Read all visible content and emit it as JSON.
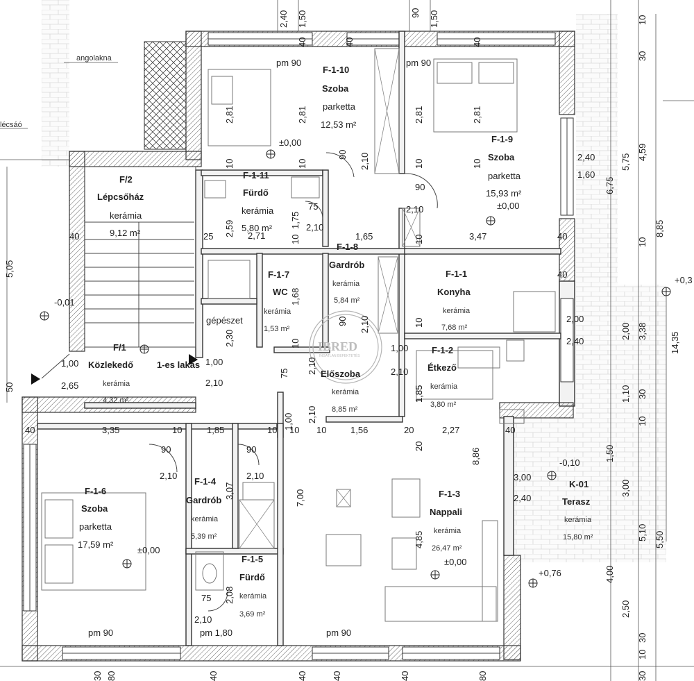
{
  "plan": {
    "rooms": {
      "f110": {
        "code": "F-1-10",
        "name": "Szoba",
        "floor": "parketta",
        "area": "12,53 m²",
        "level": "±0,00",
        "pm": "pm 90"
      },
      "f19": {
        "code": "F-1-9",
        "name": "Szoba",
        "floor": "parketta",
        "area": "15,93 m²",
        "level": "±0,00",
        "pm": "pm 90"
      },
      "f2": {
        "code": "F/2",
        "name": "Lépcsőház",
        "floor": "kerámia",
        "area": "9,12 m²"
      },
      "f111": {
        "code": "F-1-11",
        "name": "Fürdő",
        "floor": "kerámia",
        "area": "5,80 m²"
      },
      "f18": {
        "code": "F-1-8",
        "name": "Gardrób",
        "floor": "kerámia",
        "area": "5,84 m²"
      },
      "f17": {
        "code": "F-1-7",
        "name": "WC",
        "floor": "kerámia",
        "area": "1,53 m²"
      },
      "gepeszet": {
        "name": "gépészet"
      },
      "f11": {
        "code": "F-1-1",
        "name": "Konyha",
        "floor": "kerámia",
        "area": "7,68 m²"
      },
      "f1": {
        "code": "F/1",
        "name": "Közlekedő",
        "suffix": "1-es lakás",
        "floor": "kerámia",
        "area": "4,32 m²"
      },
      "elo": {
        "name": "Előszoba",
        "floor": "kerámia",
        "area": "8,85 m²"
      },
      "f12": {
        "code": "F-1-2",
        "name": "Étkező",
        "floor": "kerámia",
        "area": "3,80 m²"
      },
      "f16": {
        "code": "F-1-6",
        "name": "Szoba",
        "floor": "parketta",
        "area": "17,59 m²",
        "level": "±0,00",
        "pm": "pm 90"
      },
      "f14": {
        "code": "F-1-4",
        "name": "Gardrób",
        "floor": "kerámia",
        "area": "5,39 m²"
      },
      "f15": {
        "code": "F-1-5",
        "name": "Fürdő",
        "floor": "kerámia",
        "area": "3,69 m²",
        "pm": "pm 1,80"
      },
      "f13": {
        "code": "F-1-3",
        "name": "Nappali",
        "floor": "kerámia",
        "area": "26,47 m²",
        "level": "±0,00",
        "pm": "pm 90"
      },
      "k01": {
        "code": "K-01",
        "name": "Terasz",
        "floor": "kerámia",
        "area": "15,80 m²",
        "level": "-0,10"
      }
    },
    "misc": {
      "angolakna": "angolakna",
      "lecsao": "lécsáó",
      "level_m001": "-0,01",
      "level_p076": "+0,76",
      "level_p03": "+0,3",
      "level_000": "±0,00",
      "level_000b": "±0,00",
      "watermark": "IBRED",
      "watermark_sub": "INGATLAN BEFEKTETÉS"
    },
    "dims": {
      "top": [
        "2,40",
        "1,50",
        "40",
        "40",
        "90",
        "1,50",
        "40",
        "10"
      ],
      "right": [
        "30",
        "4,59",
        "5,75",
        "6,75",
        "8,85",
        "10",
        "3,38",
        "14,35",
        "2,00",
        "1,10",
        "30",
        "10",
        "1,50",
        "3,00",
        "5,10",
        "5,50",
        "4,00",
        "2,50",
        "30",
        "10"
      ],
      "left": [
        "5,05",
        "50"
      ],
      "inner": [
        "2,81",
        "2,81",
        "2,81",
        "2,81",
        "10",
        "10",
        "10",
        "10",
        "90",
        "2,10",
        "90",
        "2,10",
        "2,40",
        "1,60",
        "2,59",
        "2,71",
        "25",
        "1,75",
        "75",
        "2,10",
        "1,65",
        "10",
        "10",
        "3,47",
        "40",
        "40",
        "40",
        "2,30",
        "1,68",
        "90",
        "2,10",
        "10",
        "10",
        "2,00",
        "2,40",
        "1,00",
        "1,00",
        "2,65",
        "2,10",
        "75",
        "2,10",
        "1,00",
        "2,10",
        "2,10",
        "1,85",
        "1,00",
        "10",
        "1,56",
        "20",
        "2,27",
        "40",
        "3,35",
        "10",
        "1,85",
        "10",
        "90",
        "90",
        "2,10",
        "2,10",
        "3,07",
        "7,00",
        "8,86",
        "4,85",
        "2,08",
        "75",
        "2,10",
        "3,00",
        "2,40",
        "40",
        "1,85",
        "20",
        "10"
      ],
      "bottom": [
        "30",
        "80",
        "40",
        "40",
        "40",
        "40",
        "80",
        "30"
      ]
    }
  }
}
